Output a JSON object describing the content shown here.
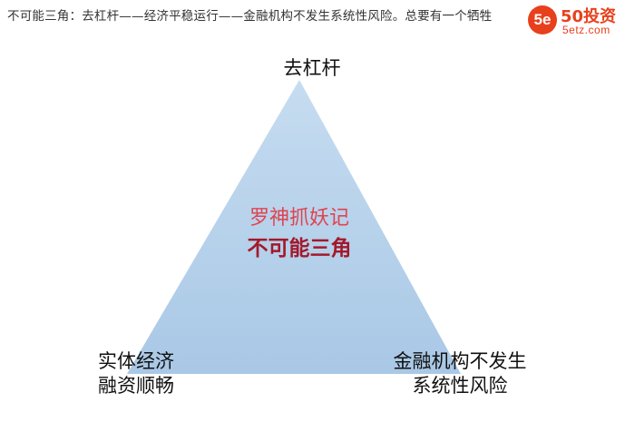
{
  "header": {
    "text": "不可能三角：去杠杆——经济平稳运行——金融机构不发生系统性风险。总要有一个牺牲"
  },
  "watermark": {
    "icon_text": "5e",
    "brand": "50投资",
    "domain": "5etz.com",
    "color": "#e8401c"
  },
  "diagram": {
    "top_vertex": "去杠杆",
    "left_vertex": [
      "实体经济",
      "融资顺畅"
    ],
    "right_vertex": [
      "金融机构不发生",
      "系统性风险"
    ],
    "center_subtitle": "罗神抓妖记",
    "center_title": "不可能三角",
    "triangle_color": "#b7d3ea"
  }
}
